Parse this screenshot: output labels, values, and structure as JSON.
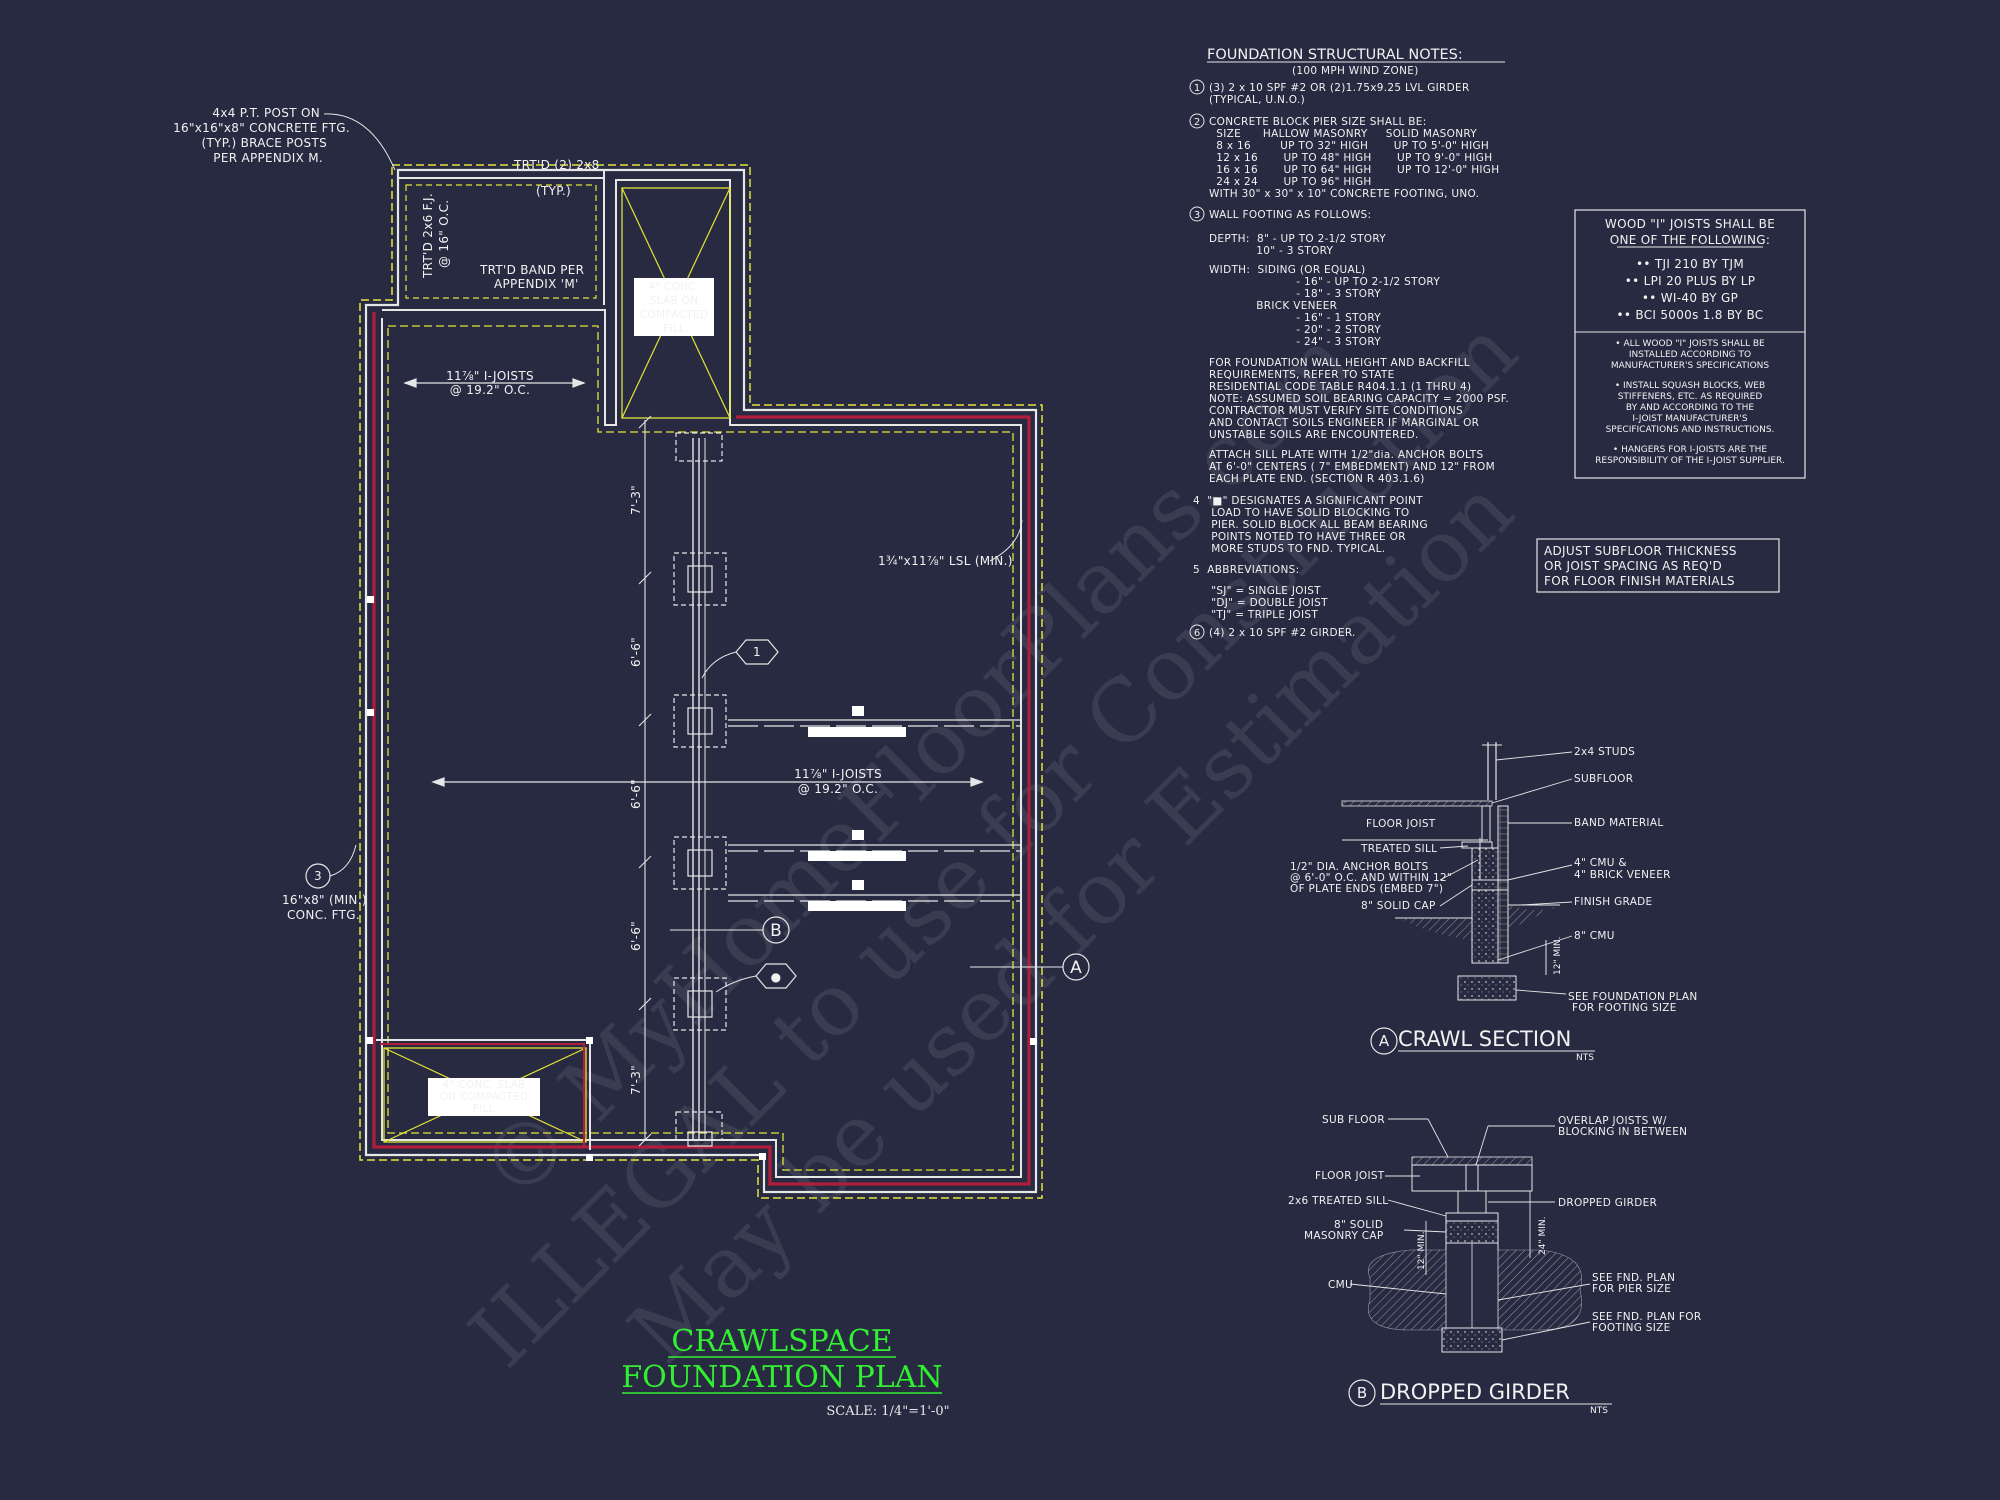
{
  "title": {
    "line1": "CRAWLSPACE",
    "line2": "FOUNDATION PLAN",
    "scale": "SCALE: 1/4\"=1'-0\""
  },
  "watermark": {
    "line1": "© MyHomeFloorPlans.com",
    "line2": "ILLEGAL to use for Construction",
    "line3": "May be used for Estimation"
  },
  "plan_labels": {
    "post_callout": [
      "4x4 P.T. POST ON",
      "16\"x16\"x8\" CONCRETE FTG.",
      "(TYP.) BRACE POSTS",
      "PER APPENDIX M."
    ],
    "trtd_2x8": "TRT'D (2) 2x8",
    "typ": "(TYP.)",
    "trtd_2x6": "TRT'D 2x6 F.J.",
    "at_16_oc": "@ 16\" O.C.",
    "band_callout": [
      "TRT'D BAND PER",
      "APPENDIX 'M'"
    ],
    "joists_upper": [
      "11⅞\" I-JOISTS",
      "@ 19.2\" O.C."
    ],
    "joists_main": [
      "11⅞\" I-JOISTS",
      "@ 19.2\" O.C."
    ],
    "lsl": "1¾\"x11⅞\" LSL (MIN.)",
    "footing_callout": [
      "16\"x8\" (MIN.)",
      "CONC. FTG."
    ],
    "dim_1": "7'-3\"",
    "dim_2": "6'-6\"",
    "dim_3": "6'-6\"",
    "dim_4": "6'-6\"",
    "dim_5": "7'-3\"",
    "tag_1": "1",
    "tag_3": "3",
    "tag_b": "B",
    "tag_a": "A",
    "tag_bullet": "●",
    "slab_note_upper": [
      "4\" CONC.",
      "SLAB ON",
      "COMPACTED",
      "FILL"
    ],
    "slab_note_lower": [
      "4\" CONC. SLAB",
      "ON COMPACTED",
      "FILL"
    ]
  },
  "notes": {
    "heading": "FOUNDATION STRUCTURAL NOTES:",
    "subheading": "(100 MPH WIND ZONE)",
    "n1_num": "1",
    "n1": [
      "(3) 2 x 10 SPF #2 OR (2)1.75x9.25 LVL GIRDER",
      "(TYPICAL, U.N.O.)"
    ],
    "n2_num": "2",
    "n2": [
      "CONCRETE BLOCK PIER SIZE SHALL BE:",
      "  SIZE      HALLOW MASONRY     SOLID MASONRY",
      "  8 x 16        UP TO 32\" HIGH       UP TO 5'-0\" HIGH",
      "  12 x 16       UP TO 48\" HIGH       UP TO 9'-0\" HIGH",
      "  16 x 16       UP TO 64\" HIGH       UP TO 12'-0\" HIGH",
      "  24 x 24       UP TO 96\" HIGH",
      "WITH 30\" x 30\" x 10\" CONCRETE FOOTING, UNO."
    ],
    "n3_num": "3",
    "n3": [
      "WALL FOOTING AS FOLLOWS:",
      "",
      "DEPTH:  8\" - UP TO 2-1/2 STORY",
      "             10\" - 3 STORY",
      "",
      "WIDTH:  SIDING (OR EQUAL)",
      "                        - 16\" - UP TO 2-1/2 STORY",
      "                        - 18\" - 3 STORY",
      "             BRICK VENEER",
      "                        - 16\" - 1 STORY",
      "                        - 20\" - 2 STORY",
      "                        - 24\" - 3 STORY",
      "",
      "FOR FOUNDATION WALL HEIGHT AND BACKFILL",
      "REQUIREMENTS, REFER TO STATE",
      "RESIDENTIAL CODE TABLE R404.1.1 (1 THRU 4)",
      "NOTE: ASSUMED SOIL BEARING CAPACITY = 2000 PSF.",
      "CONTRACTOR MUST VERIFY SITE CONDITIONS",
      "AND CONTACT SOILS ENGINEER IF MARGINAL OR",
      "UNSTABLE SOILS ARE ENCOUNTERED.",
      "",
      "ATTACH SILL PLATE WITH 1/2\"dia. ANCHOR BOLTS",
      "AT 6'-0\" CENTERS ( 7\" EMBEDMENT) AND 12\" FROM",
      "EACH PLATE END. (SECTION R 403.1.6)"
    ],
    "n4": [
      "4  \"■\" DESIGNATES A SIGNIFICANT POINT",
      "     LOAD TO HAVE SOLID BLOCKING TO",
      "     PIER. SOLID BLOCK ALL BEAM BEARING",
      "     POINTS NOTED TO HAVE THREE OR",
      "     MORE STUDS TO FND. TYPICAL."
    ],
    "n5": [
      "5  ABBREVIATIONS:",
      "",
      "     \"SJ\" = SINGLE JOIST",
      "     \"DJ\" = DOUBLE JOIST",
      "     \"TJ\" = TRIPLE JOIST"
    ],
    "n6_num": "6",
    "n6": "(4) 2 x 10 SPF #2 GIRDER."
  },
  "joist_box": {
    "heading1": "WOOD \"I\" JOISTS SHALL BE",
    "heading2": "ONE OF THE FOLLOWING:",
    "options": [
      "•• TJI 210 BY TJM",
      "•• LPI 20 PLUS BY LP",
      "•• WI-40 BY GP",
      "•• BCI 5000s 1.8 BY BC"
    ],
    "notes": [
      "• ALL WOOD \"I\" JOISTS SHALL BE",
      "INSTALLED ACCORDING TO",
      "MANUFACTURER'S SPECIFICATIONS",
      "",
      "• INSTALL SQUASH BLOCKS, WEB",
      "STIFFENERS, ETC. AS REQUIRED",
      "BY AND ACCORDING TO THE",
      "I-JOIST MANUFACTURER'S",
      "SPECIFICATIONS AND INSTRUCTIONS.",
      "",
      "• HANGERS FOR I-JOISTS ARE THE",
      "RESPONSIBILITY OF THE I-JOIST SUPPLIER."
    ]
  },
  "subfloor_box": [
    "ADJUST SUBFLOOR THICKNESS",
    "OR JOIST SPACING AS REQ'D",
    "FOR FLOOR FINISH MATERIALS"
  ],
  "crawl_section": {
    "tag": "A",
    "title": "CRAWL SECTION",
    "nts": "NTS",
    "labels": {
      "studs": "2x4 STUDS",
      "subfloor": "SUBFLOOR",
      "floor_joist": "FLOOR JOIST",
      "band": "BAND MATERIAL",
      "treated_sill": "TREATED SILL",
      "cmu_brick": [
        "4\" CMU &",
        "4\" BRICK VENEER"
      ],
      "anchor": [
        "1/2\" DIA. ANCHOR BOLTS",
        "@ 6'-0\" O.C. AND WITHIN 12\"",
        "OF PLATE ENDS (EMBED 7\")"
      ],
      "finish_grade": "FINISH GRADE",
      "solid_cap": "8\" SOLID CAP",
      "cmu8": "8\" CMU",
      "min12": "12\" MIN.",
      "see_plan": [
        "SEE FOUNDATION PLAN",
        "FOR FOOTING SIZE"
      ]
    }
  },
  "dropped_girder": {
    "tag": "B",
    "title": "DROPPED GIRDER",
    "nts": "NTS",
    "labels": {
      "sub_floor": "SUB FLOOR",
      "overlap": [
        "OVERLAP JOISTS W/",
        "BLOCKING IN BETWEEN"
      ],
      "floor_joist": "FLOOR JOIST",
      "treated_sill": "2x6 TREATED SILL",
      "dropped": "DROPPED GIRDER",
      "masonry_cap": [
        "8\" SOLID",
        "MASONRY CAP"
      ],
      "min12": "12\" MIN.",
      "min24": "24\" MIN.",
      "cmu": "CMU",
      "pier": [
        "SEE FND. PLAN",
        "FOR PIER SIZE"
      ],
      "footing": [
        "SEE FND. PLAN FOR",
        "FOOTING SIZE"
      ]
    }
  },
  "colors": {
    "background": "#272a40",
    "wall_white": "#e6e6e6",
    "wall_red": "#b01e3c",
    "footing_yellow": "#e3e33a",
    "title_green": "#33ee33"
  }
}
